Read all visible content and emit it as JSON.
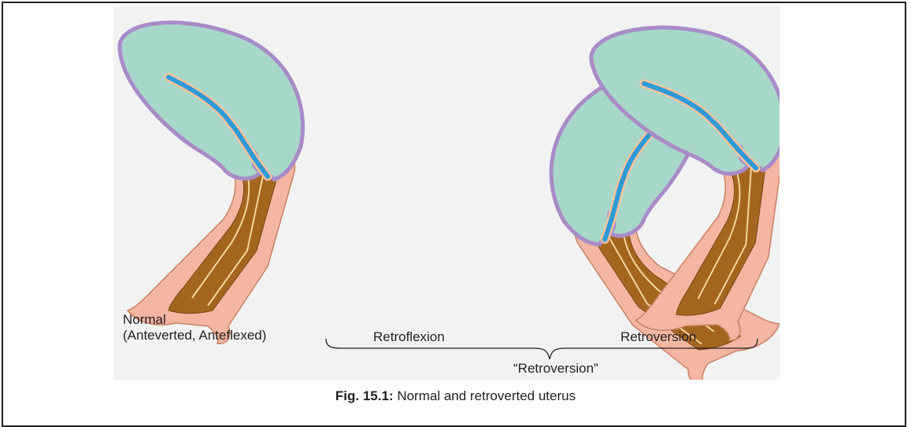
{
  "figure": {
    "panels": [
      {
        "label_line1": "Normal",
        "label_line2": "(Anteverted, Anteflexed)"
      },
      {
        "label_line1": "Retroflexion"
      },
      {
        "label_line1": "Retroversion"
      }
    ],
    "group_label": "“Retroversion”",
    "colors": {
      "background": "#f2f2f2",
      "uterus_body": "#a7d7c9",
      "serosa": "#a98bc7",
      "cavity": "#2f9ad8",
      "vaginal_wall": "#f4b6a3",
      "mucosa": "#a4651f"
    }
  },
  "caption": {
    "number": "Fig. 15.1:",
    "text": " Normal and retroverted uterus"
  }
}
